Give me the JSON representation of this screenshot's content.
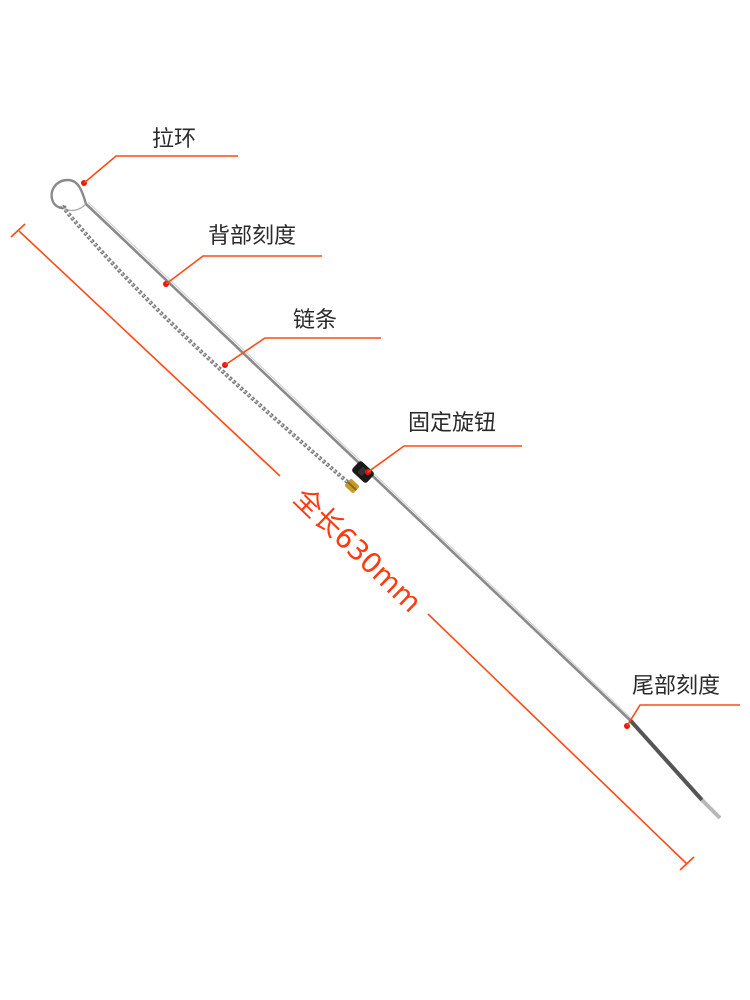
{
  "labels": {
    "pull_ring": "拉环",
    "back_scale": "背部刻度",
    "chain": "链条",
    "fixing_knob": "固定旋钮",
    "tail_scale": "尾部刻度"
  },
  "dimension": {
    "total_length": "全长630mm"
  },
  "colors": {
    "accent": "#ff4a14",
    "dot": "#e8170a",
    "rod": "#8a8a8a",
    "text": "#2a2a2a"
  }
}
